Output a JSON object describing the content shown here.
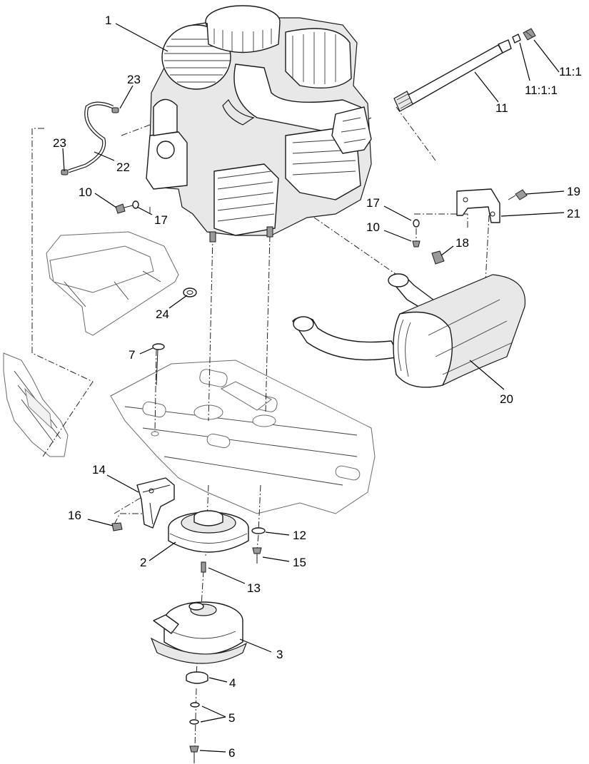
{
  "callouts": [
    {
      "id": "c1",
      "label": "1"
    },
    {
      "id": "c2",
      "label": "2"
    },
    {
      "id": "c3",
      "label": "3"
    },
    {
      "id": "c4",
      "label": "4"
    },
    {
      "id": "c5",
      "label": "5"
    },
    {
      "id": "c6",
      "label": "6"
    },
    {
      "id": "c7",
      "label": "7"
    },
    {
      "id": "c10a",
      "label": "10"
    },
    {
      "id": "c10b",
      "label": "10"
    },
    {
      "id": "c11",
      "label": "11"
    },
    {
      "id": "c11_1",
      "label": "11:1"
    },
    {
      "id": "c11_1_1",
      "label": "11:1:1"
    },
    {
      "id": "c12",
      "label": "12"
    },
    {
      "id": "c13",
      "label": "13"
    },
    {
      "id": "c14",
      "label": "14"
    },
    {
      "id": "c15",
      "label": "15"
    },
    {
      "id": "c16",
      "label": "16"
    },
    {
      "id": "c17a",
      "label": "17"
    },
    {
      "id": "c17b",
      "label": "17"
    },
    {
      "id": "c18",
      "label": "18"
    },
    {
      "id": "c19",
      "label": "19"
    },
    {
      "id": "c20",
      "label": "20"
    },
    {
      "id": "c21",
      "label": "21"
    },
    {
      "id": "c22",
      "label": "22"
    },
    {
      "id": "c23a",
      "label": "23"
    },
    {
      "id": "c23b",
      "label": "23"
    },
    {
      "id": "c24",
      "label": "24"
    }
  ]
}
